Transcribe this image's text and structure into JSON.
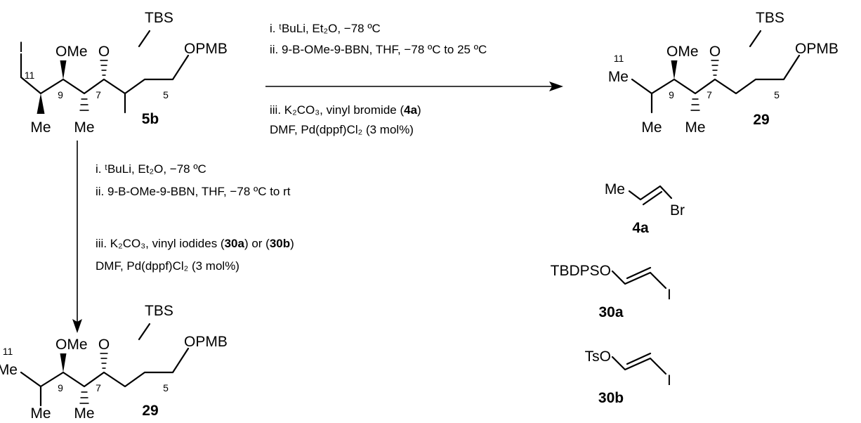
{
  "start": {
    "label": "5b",
    "atoms": {
      "iodo": "I",
      "ome": "OMe",
      "otbs_o": "O",
      "tbs": "TBS",
      "opmb": "OPMB",
      "me_bottom_left": "Me",
      "me_bottom_right": "Me"
    },
    "locants": {
      "c11": "11",
      "c9": "9",
      "c7": "7",
      "c5": "5"
    }
  },
  "product_top": {
    "label": "29",
    "atoms": {
      "me11": "Me",
      "ome": "OMe",
      "otbs_o": "O",
      "tbs": "TBS",
      "opmb": "OPMB",
      "me_bottom_left": "Me",
      "me_bottom_right": "Me"
    },
    "locants": {
      "c11": "11",
      "c9": "9",
      "c7": "7",
      "c5": "5"
    }
  },
  "product_bottom": {
    "label": "29",
    "atoms": {
      "me11": "Me",
      "ome": "OMe",
      "otbs_o": "O",
      "tbs": "TBS",
      "opmb": "OPMB",
      "me_bottom_left": "Me",
      "me_bottom_right": "Me"
    },
    "locants": {
      "c11": "11",
      "c9": "9",
      "c7": "7",
      "c5": "5"
    }
  },
  "conditions_top": {
    "above_1": "i. ᵗBuLi, Et₂O, −78 ºC",
    "above_2": "ii. 9-B-OMe-9-BBN, THF, −78 ºC to 25 ºC",
    "below_1_pre": "iii. K₂CO₃, vinyl bromide (",
    "below_1_bold": "4a",
    "below_1_post": ")",
    "below_2": "DMF, Pd(dppf)Cl₂ (3 mol%)"
  },
  "conditions_down": {
    "line_1": "i.  ᵗBuLi, Et₂O, −78 ºC",
    "line_2": "ii. 9-B-OMe-9-BBN, THF, −78 ºC to rt",
    "line_3_pre": "iii. K₂CO₃, vinyl iodides (",
    "line_3_bold1": "30a",
    "line_3_mid": ") or (",
    "line_3_bold2": "30b",
    "line_3_post": ")",
    "line_4": "DMF, Pd(dppf)Cl₂ (3 mol%)"
  },
  "reagents": {
    "r4a": {
      "label": "4a",
      "left": "Me",
      "right": "Br"
    },
    "r30a": {
      "label": "30a",
      "left": "TBDPSO",
      "right": "I"
    },
    "r30b": {
      "label": "30b",
      "left": "TsO",
      "right": "I"
    }
  }
}
